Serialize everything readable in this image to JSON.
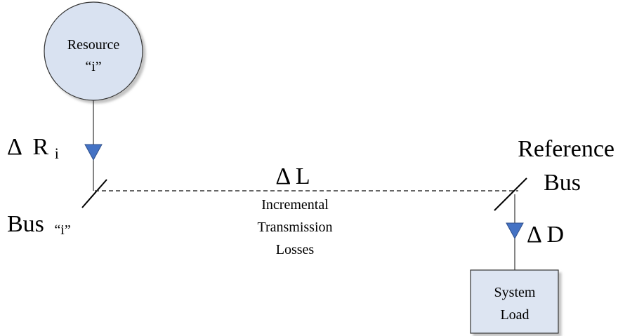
{
  "resource": {
    "line1": "Resource",
    "line2": "“i”"
  },
  "delta_r": {
    "symbol": "Δ",
    "var": "R",
    "sub": "i"
  },
  "bus_i": {
    "label": "Bus",
    "sub": "“i”"
  },
  "delta_l": "Δ L",
  "losses": {
    "line1": "Incremental",
    "line2": "Transmission",
    "line3": "Losses"
  },
  "reference_bus": {
    "line1": "Reference",
    "line2": "Bus"
  },
  "delta_d": "Δ D",
  "system_load": {
    "line1": "System",
    "line2": "Load"
  },
  "colors": {
    "resource_fill": "#d9e2f1",
    "arrow_fill": "#4472c4",
    "load_fill": "#dde5f2",
    "shadow": "#d0d0d0"
  }
}
